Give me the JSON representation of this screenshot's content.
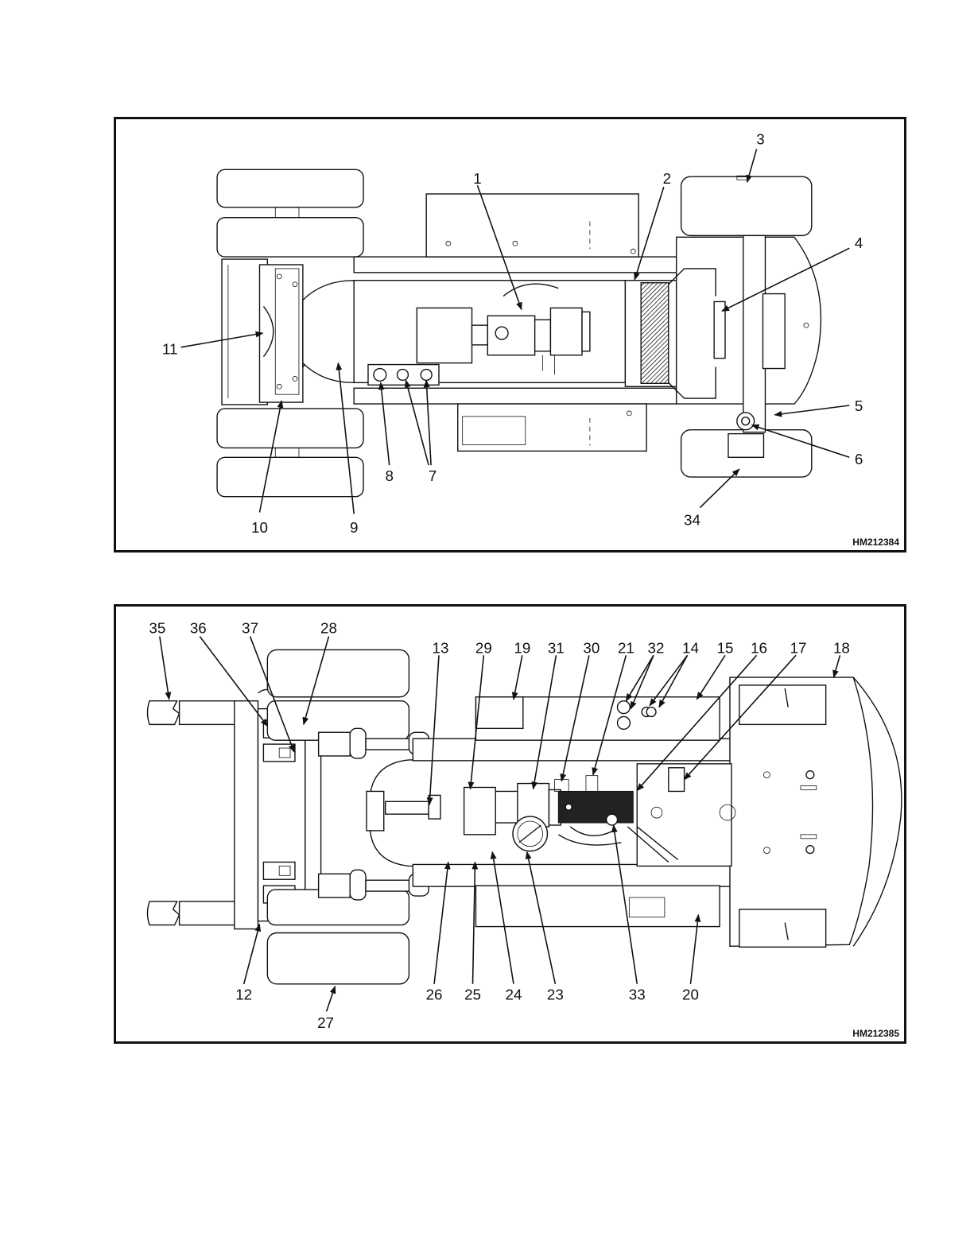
{
  "figures": [
    {
      "id": "HM212384",
      "callouts": [
        "1",
        "2",
        "3",
        "4",
        "5",
        "6",
        "7",
        "8",
        "9",
        "10",
        "11",
        "34"
      ]
    },
    {
      "id": "HM212385",
      "callouts": [
        "35",
        "36",
        "37",
        "28",
        "13",
        "29",
        "19",
        "31",
        "30",
        "21",
        "32",
        "14",
        "15",
        "16",
        "17",
        "18",
        "12",
        "27",
        "26",
        "25",
        "24",
        "23",
        "33",
        "20"
      ]
    }
  ]
}
